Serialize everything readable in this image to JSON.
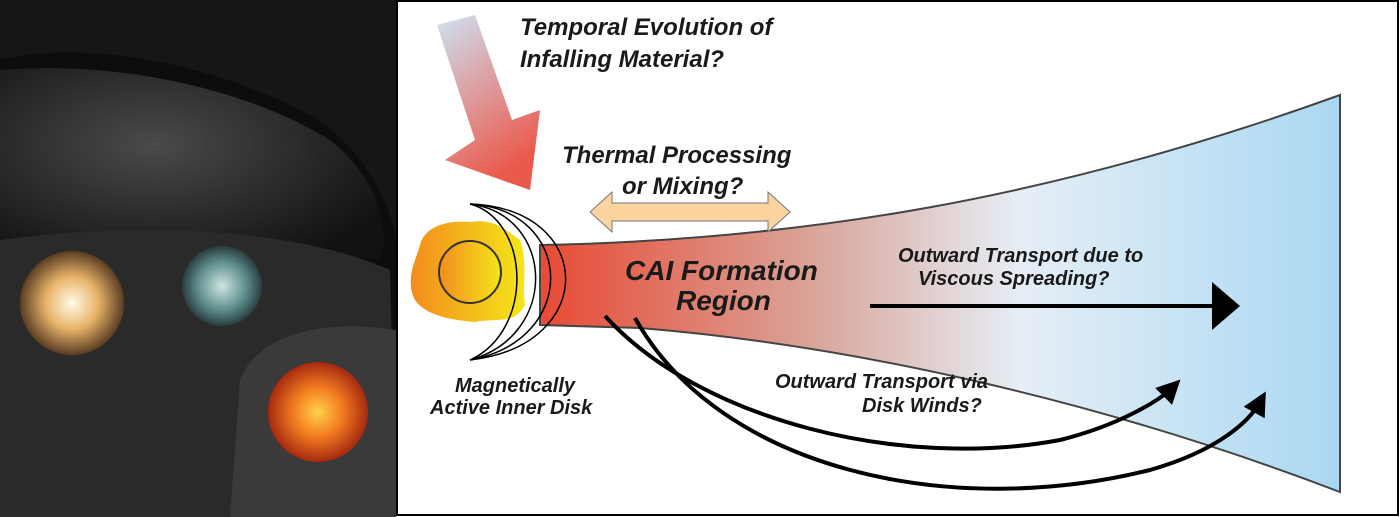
{
  "labels": {
    "infall_1": "Temporal Evolution of",
    "infall_2": "Infalling Material?",
    "thermal_1": "Thermal Processing",
    "thermal_2": "or Mixing?",
    "cai_1": "CAI Formation",
    "cai_2": "Region",
    "viscous_1": "Outward Transport due to",
    "viscous_2": "Viscous Spreading?",
    "winds_1": "Outward Transport via",
    "winds_2": "Disk Winds?",
    "inner_1": "Magnetically",
    "inner_2": "Active Inner Disk"
  },
  "colors": {
    "disk_blue": "#a9d8f2",
    "cai_red": "#e84a35",
    "sun_yellow": "#f5e61a",
    "sun_orange": "#f28c1c",
    "mix_arrow": "#fbd39e"
  }
}
